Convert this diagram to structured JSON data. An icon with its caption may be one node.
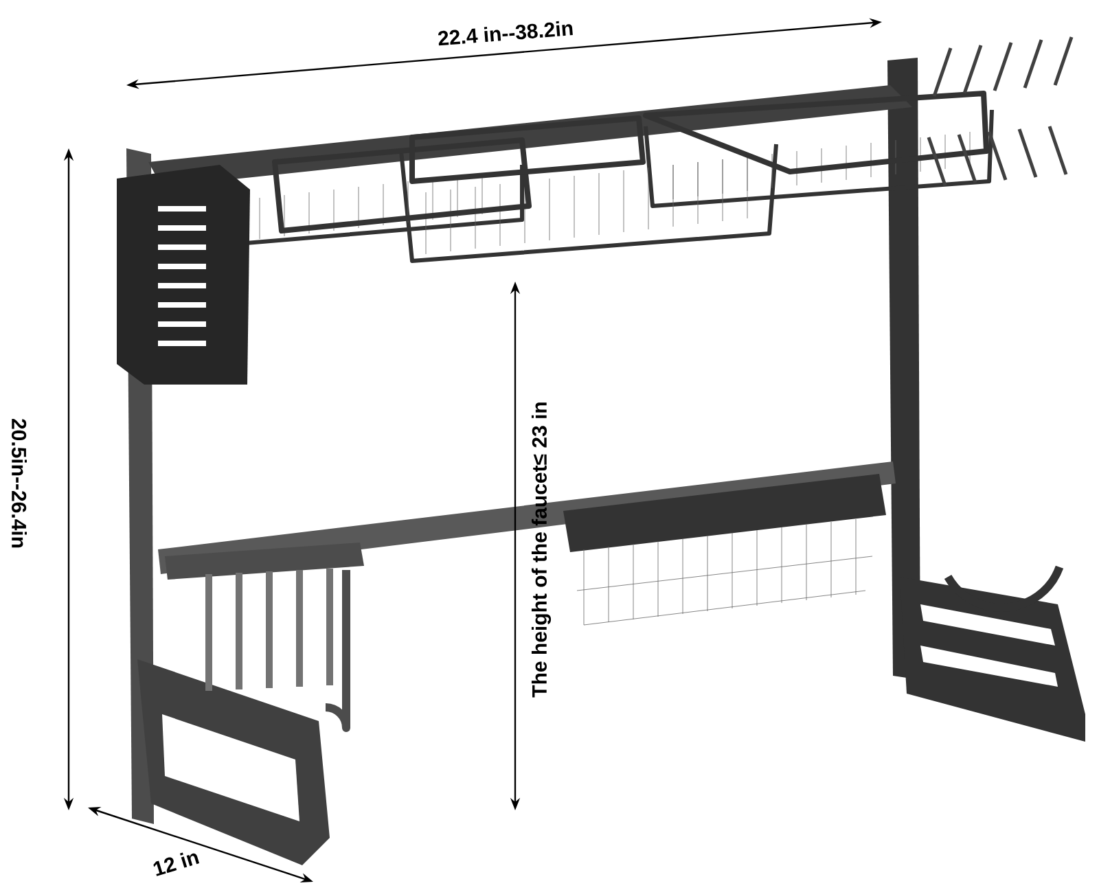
{
  "diagram": {
    "labels": [
      "22.4 in--38.2in",
      "20.5in--26.4in",
      "The height of the faucet≤ 23 in",
      "12 in"
    ]
  }
}
